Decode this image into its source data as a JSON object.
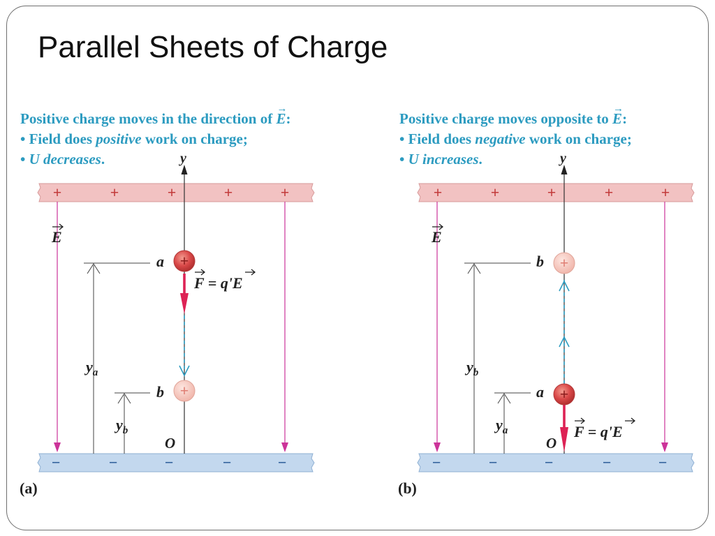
{
  "title": "Parallel Sheets of Charge",
  "panel_a": {
    "caption_line1_prefix": "Positive charge moves in the direction of ",
    "caption_E": "E",
    "caption_line1_suffix": ":",
    "bullet2_prefix": "•  Field does ",
    "bullet2_italic": "positive",
    "bullet2_suffix": " work on charge;",
    "bullet3_prefix": "•  ",
    "bullet3_italic": "U decreases",
    "bullet3_suffix": ".",
    "axis_label": "y",
    "field_label": "E",
    "top_signs": [
      "+",
      "+",
      "+",
      "+",
      "+"
    ],
    "bottom_signs": [
      "−",
      "−",
      "−",
      "−",
      "−"
    ],
    "point_upper": "a",
    "point_lower": "b",
    "height_upper_main": "y",
    "height_upper_sub": "a",
    "height_lower_main": "y",
    "height_lower_sub": "b",
    "origin": "O",
    "force_F": "F",
    "force_eq": " = q'",
    "force_E": "E",
    "charge_sign": "+",
    "panel_label": "(a)"
  },
  "panel_b": {
    "caption_line1_prefix": "Positive charge moves opposite to ",
    "caption_E": "E",
    "caption_line1_suffix": ":",
    "bullet2_prefix": "•  Field does ",
    "bullet2_italic": "negative",
    "bullet2_suffix": " work on charge;",
    "bullet3_prefix": "•  ",
    "bullet3_italic": "U increases",
    "bullet3_suffix": ".",
    "axis_label": "y",
    "field_label": "E",
    "top_signs": [
      "+",
      "+",
      "+",
      "+",
      "+"
    ],
    "bottom_signs": [
      "−",
      "−",
      "−",
      "−",
      "−"
    ],
    "point_upper": "b",
    "point_lower": "a",
    "height_upper_main": "y",
    "height_upper_sub": "b",
    "height_lower_main": "y",
    "height_lower_sub": "a",
    "origin": "O",
    "force_F": "F",
    "force_eq": " = q'",
    "force_E": "E",
    "charge_sign": "+",
    "panel_label": "(b)"
  },
  "colors": {
    "caption_text": "#2c9bc0",
    "positive_plate": "#f2c2c2",
    "negative_plate": "#c3d8ee",
    "field_line": "#cc3399",
    "force_arrow": "#dd2255",
    "path_dashed": "#2c9bc0",
    "charge_dark": "#d94848",
    "charge_light": "#f6c8c0"
  }
}
